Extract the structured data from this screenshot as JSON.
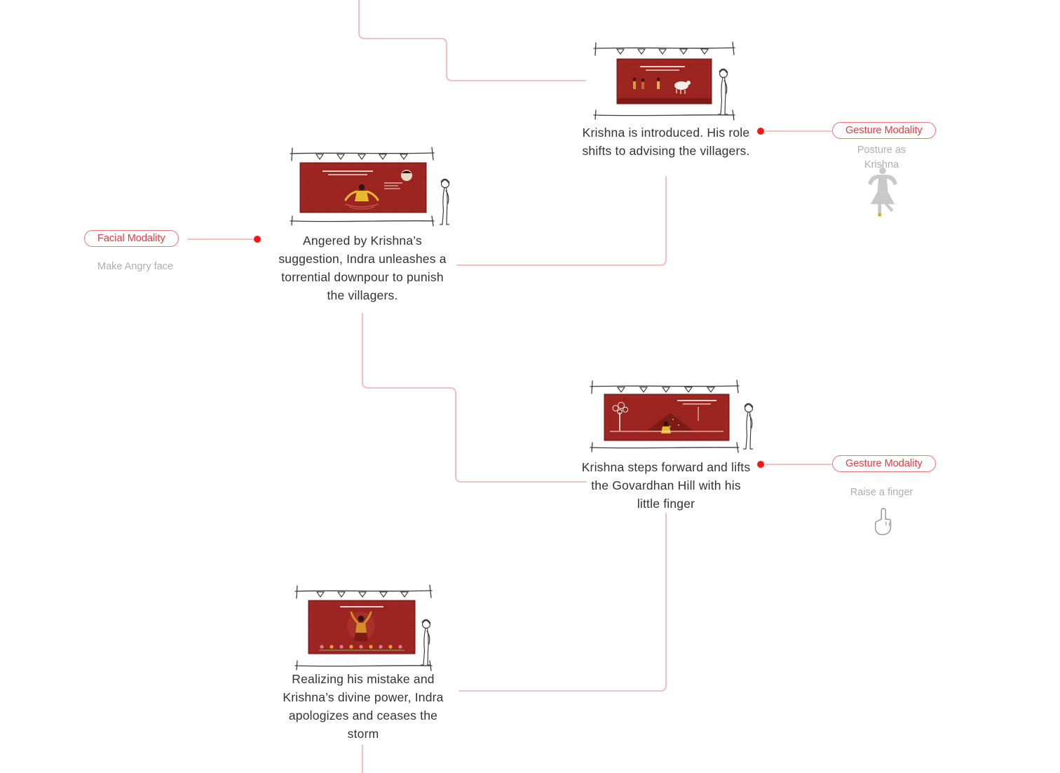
{
  "colors": {
    "accent_red": "#e8393e",
    "pill_border": "#ef7477",
    "connector_pink": "#f0b9b9",
    "dot_red": "#ff1414",
    "banner_red": "#9b2420",
    "caption_text": "#333333",
    "note_gray": "#aeaeae"
  },
  "nodes": [
    {
      "caption": "Krishna is introduced. His role shifts to advising the villagers.",
      "modality": {
        "label": "Gesture Modality",
        "note": "Posture as Krishna",
        "icon": "dancer-figure"
      }
    },
    {
      "caption": "Angered by Krishna’s suggestion, Indra unleashes a torrential downpour to punish the villagers.",
      "modality": {
        "label": "Facial Modality",
        "note": "Make Angry face",
        "icon": ""
      }
    },
    {
      "caption": "Krishna steps forward and lifts the Govardhan Hill with his little finger",
      "modality": {
        "label": "Gesture Modality",
        "note": "Raise a finger",
        "icon": "pointing-finger"
      }
    },
    {
      "caption": "Realizing his mistake and Krishna’s divine power, Indra apologizes and ceases the storm"
    }
  ]
}
